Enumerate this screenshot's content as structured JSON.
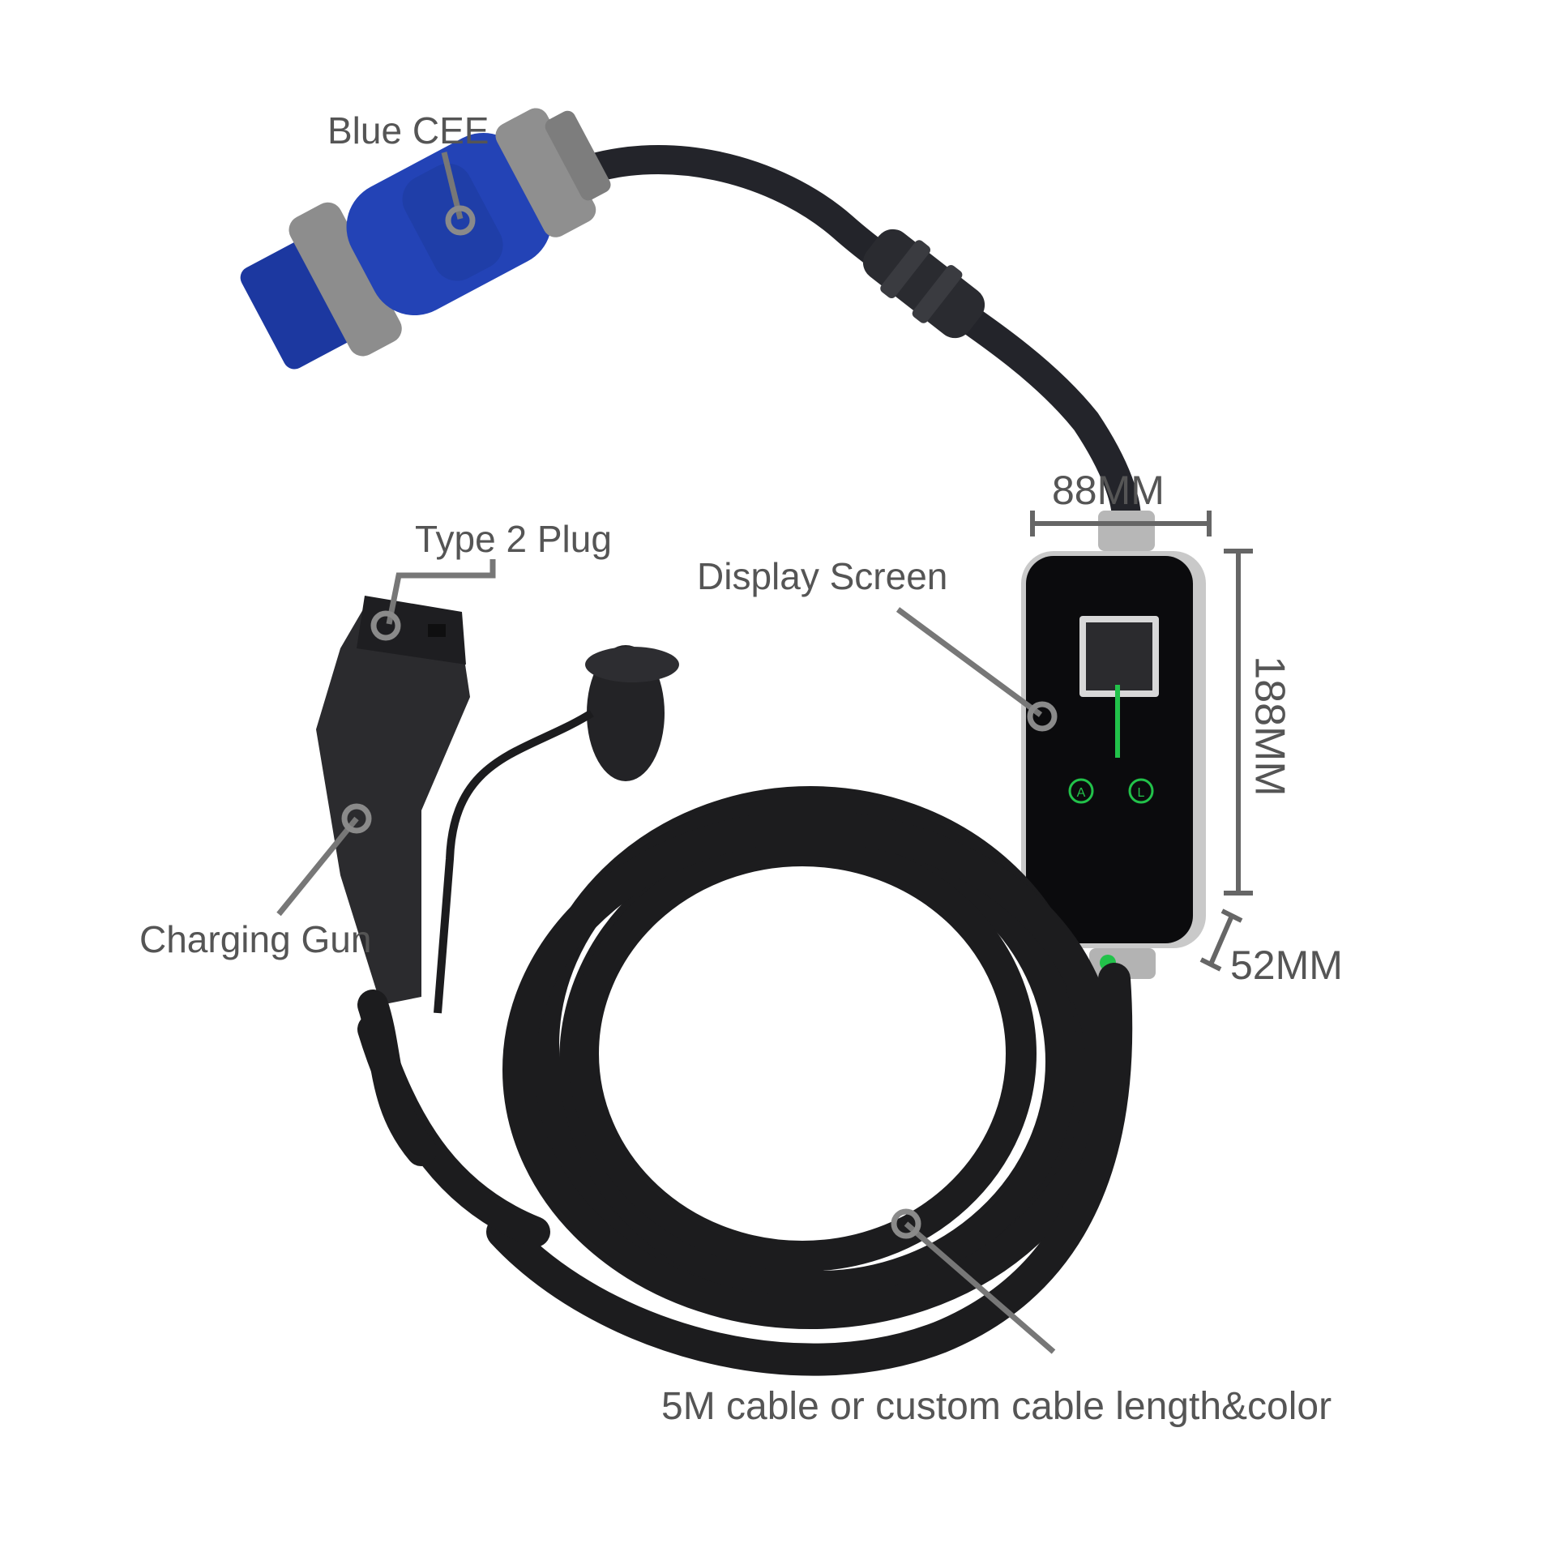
{
  "labels": {
    "blue_cee": "Blue CEE",
    "type2_plug": "Type 2 Plug",
    "display_screen": "Display Screen",
    "charging_gun": "Charging Gun",
    "cable": "5M cable or custom cable length&color",
    "width": "88MM",
    "height": "188MM",
    "depth": "52MM"
  },
  "controller": {
    "button_left": "A",
    "button_right": "L"
  },
  "colors": {
    "label_text": "#555555",
    "pointer": "#777777",
    "cee_blue": "#1f3ea8",
    "cee_grey": "#8f8f8f",
    "cable": "#1c1c1e",
    "screen_black": "#0b0b0d",
    "led_green": "#22c24a"
  }
}
